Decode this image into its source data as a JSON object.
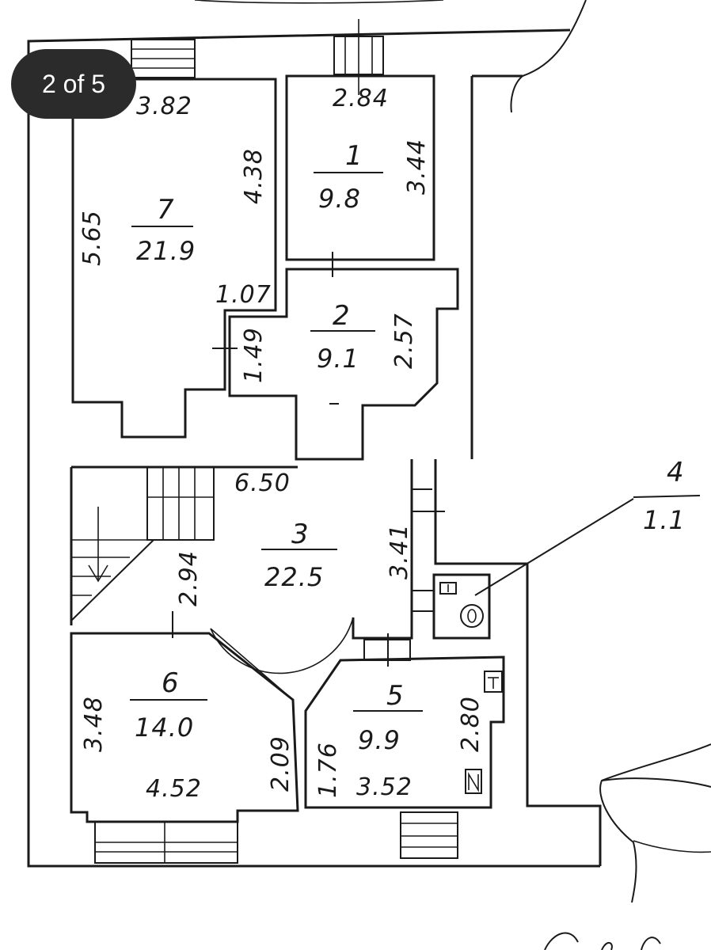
{
  "viewer": {
    "page_counter": "2 of 5"
  },
  "rooms": [
    {
      "id": "1",
      "number": "1",
      "area": "9.8",
      "dims": [
        "2.84",
        "3.44"
      ]
    },
    {
      "id": "2",
      "number": "2",
      "area": "9.1",
      "dims": [
        "1.49",
        "2.57"
      ]
    },
    {
      "id": "3",
      "number": "3",
      "area": "22.5",
      "dims": [
        "6.50",
        "2.94",
        "3.41"
      ]
    },
    {
      "id": "4",
      "number": "4",
      "area": "1.1",
      "dims": []
    },
    {
      "id": "5",
      "number": "5",
      "area": "9.9",
      "dims": [
        "1.76",
        "2.80",
        "3.52"
      ]
    },
    {
      "id": "6",
      "number": "6",
      "area": "14.0",
      "dims": [
        "3.48",
        "2.09",
        "4.52"
      ]
    },
    {
      "id": "7",
      "number": "7",
      "area": "21.9",
      "dims": [
        "3.82",
        "5.65",
        "4.38",
        "1.07"
      ]
    }
  ],
  "colors": {
    "ink": "#1a1a1a",
    "counter_bg": "#2b2b2b",
    "counter_text": "#ffffff"
  }
}
